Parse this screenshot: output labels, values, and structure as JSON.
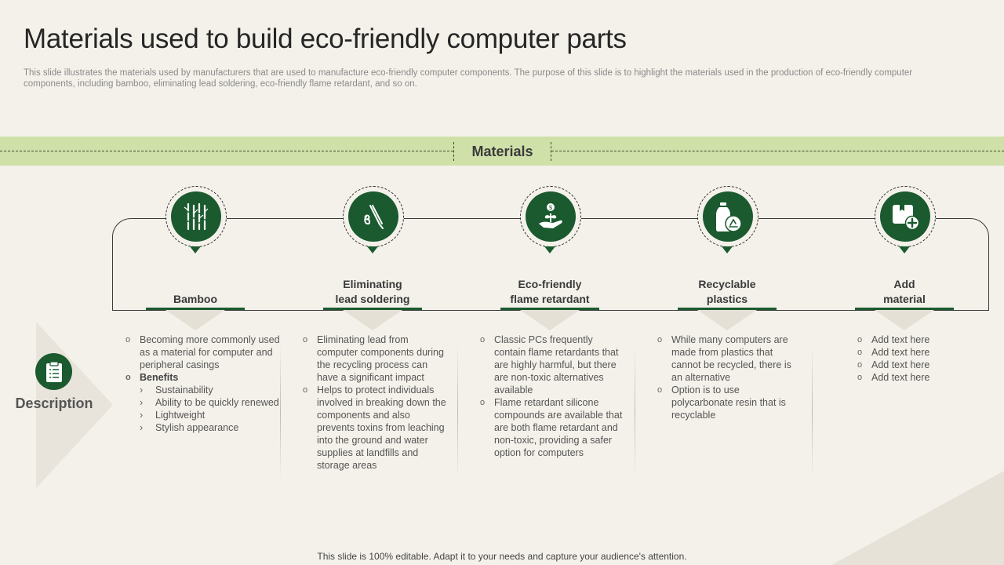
{
  "title": "Materials used to build eco-friendly computer parts",
  "subtitle": "This slide illustrates the materials used by manufacturers that are used to manufacture eco-friendly computer components. The purpose of this slide is to highlight the materials used in the production of eco-friendly computer components, including bamboo, eliminating lead soldering, eco-friendly flame retardant, and so on.",
  "band_label": "Materials",
  "colors": {
    "accent": "#1a5a2e",
    "band": "#cfe0a8",
    "background": "#f4f1ea"
  },
  "items": [
    {
      "label": "Bamboo",
      "icon": "bamboo-icon"
    },
    {
      "label": "Eliminating\nlead soldering",
      "icon": "soldering-iron-icon"
    },
    {
      "label": "Eco-friendly\nflame retardant",
      "icon": "hand-plant-coin-icon"
    },
    {
      "label": "Recyclable\nplastics",
      "icon": "recycle-bottle-icon"
    },
    {
      "label": "Add\nmaterial",
      "icon": "add-box-icon"
    }
  ],
  "description_label": "Description",
  "description_icon": "clipboard-icon",
  "descriptions": {
    "bamboo": {
      "p1": "Becoming more commonly used as a material for computer and peripheral casings",
      "p2": "Benefits",
      "s1": "Sustainability",
      "s2": "Ability to be quickly renewed",
      "s3": "Lightweight",
      "s4": "Stylish appearance"
    },
    "lead": {
      "p1": "Eliminating lead from computer components during the recycling process can have a significant impact",
      "p2": "Helps to protect individuals involved in breaking down the components and also prevents toxins from leaching into the ground and water supplies at landfills and storage areas"
    },
    "flame": {
      "p1": "Classic PCs frequently contain flame retardants that are highly harmful, but there are non-toxic alternatives available",
      "p2": "Flame retardant silicone compounds are available that are both flame retardant and non-toxic, providing a safer option for computers"
    },
    "plastics": {
      "p1": "While many computers are made from plastics that cannot be recycled, there is an alternative",
      "p2": "Option is to use polycarbonate resin that is recyclable"
    },
    "add": {
      "p1": "Add text here",
      "p2": "Add text here",
      "p3": "Add text here",
      "p4": "Add text here"
    }
  },
  "footer": "This slide is 100% editable. Adapt it to your needs and capture your audience's attention."
}
